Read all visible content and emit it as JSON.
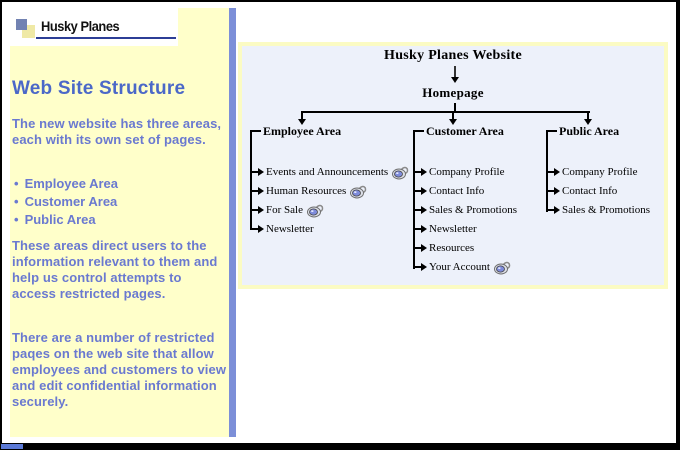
{
  "logo": {
    "title": "Husky Planes"
  },
  "sidebar": {
    "heading": "Web Site Structure",
    "intro": "The new website has three areas, each with its own set of pages.",
    "bullets": [
      "Employee Area",
      "Customer Area",
      "Public Area"
    ],
    "para2": "These areas direct users to the information relevant to them and help us control attempts to access restricted pages.",
    "para3": "There are a number of restricted paqes on the web site that allow employees and customers to view and edit confidential information securely."
  },
  "diagram": {
    "title": "Husky Planes Website",
    "root": "Homepage",
    "areas": [
      {
        "name": "Employee Area",
        "items": [
          {
            "label": "Events and Announcements",
            "locked": true
          },
          {
            "label": "Human Resources",
            "locked": true
          },
          {
            "label": "For Sale",
            "locked": true
          },
          {
            "label": "Newsletter",
            "locked": false
          }
        ]
      },
      {
        "name": "Customer Area",
        "items": [
          {
            "label": "Company Profile",
            "locked": false
          },
          {
            "label": "Contact Info",
            "locked": false
          },
          {
            "label": "Sales & Promotions",
            "locked": false
          },
          {
            "label": "Newsletter",
            "locked": false
          },
          {
            "label": "Resources",
            "locked": false
          },
          {
            "label": "Your Account",
            "locked": true
          }
        ]
      },
      {
        "name": "Public Area",
        "items": [
          {
            "label": "Company Profile",
            "locked": false
          },
          {
            "label": "Contact Info",
            "locked": false
          },
          {
            "label": "Sales & Promotions",
            "locked": false
          }
        ]
      }
    ]
  },
  "colors": {
    "sidebar_bg": "#FFFFCA",
    "sidebar_text": "#6A79D0",
    "heading_blue": "#4B68C8",
    "divider_blue": "#7C8FD8",
    "diagram_bg": "#EDF1FA",
    "diagram_frame": "#FBFBC3",
    "logo_underline": "#2C3E96"
  }
}
